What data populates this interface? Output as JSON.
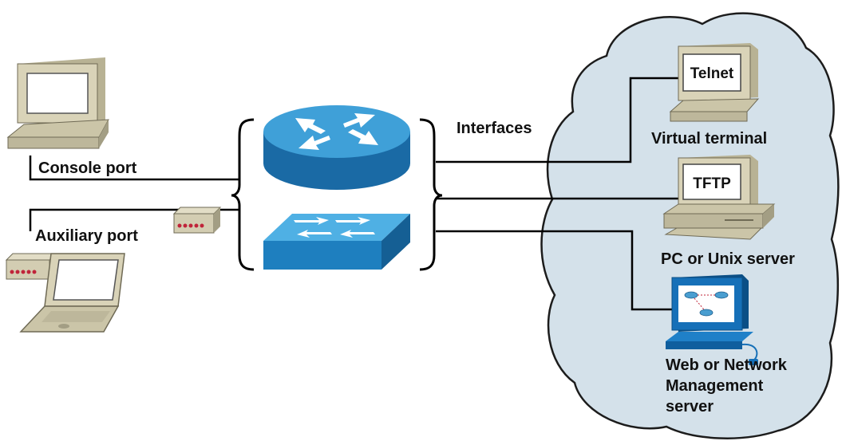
{
  "labels": {
    "console_port": "Console port",
    "auxiliary_port": "Auxiliary port",
    "interfaces": "Interfaces",
    "virtual_terminal": "Virtual terminal",
    "pc_unix_server": "PC or Unix server",
    "web_nms_line1": "Web or Network",
    "web_nms_line2": "Management",
    "web_nms_line3": "server"
  },
  "screens": {
    "telnet": "Telnet",
    "tftp": "TFTP"
  },
  "icons": {
    "router": "router-icon",
    "switch": "switch-icon",
    "console_pc": "desktop-computer-icon",
    "laptop": "laptop-icon",
    "modem": "modem-icon",
    "cloud": "cloud-icon",
    "nms_monitor": "monitor-icon"
  },
  "colors": {
    "device_blue": "#1e7fbf",
    "device_light": "#3fa0d8",
    "cloud_fill": "#d4e1ea",
    "beige": "#d9d3b8",
    "line": "#000000",
    "modem_led": "#c0243a"
  }
}
